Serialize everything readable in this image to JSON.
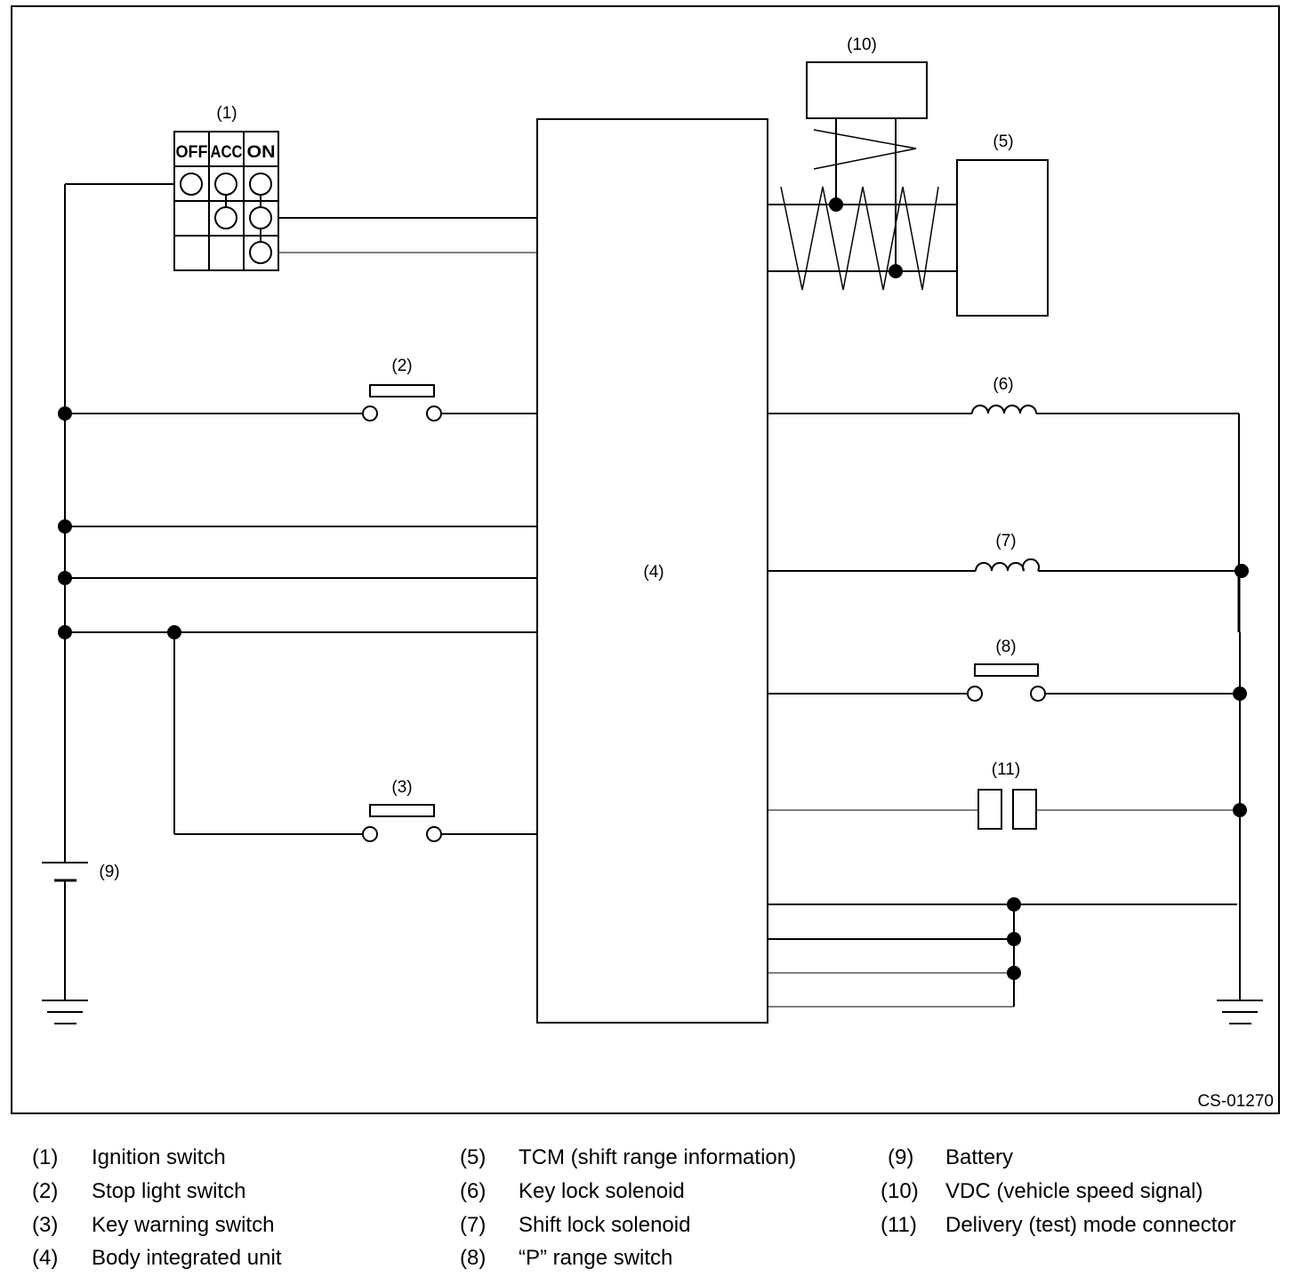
{
  "figure_code": "CS-01270",
  "switch_positions": [
    "OFF",
    "ACC",
    "ON"
  ],
  "callouts": {
    "c1": "(1)",
    "c2": "(2)",
    "c3": "(3)",
    "c4": "(4)",
    "c5": "(5)",
    "c6": "(6)",
    "c7": "(7)",
    "c8": "(8)",
    "c9": "(9)",
    "c10": "(10)",
    "c11": "(11)"
  },
  "legend": [
    {
      "num": "(1)",
      "label": "Ignition switch"
    },
    {
      "num": "(2)",
      "label": "Stop light switch"
    },
    {
      "num": "(3)",
      "label": "Key warning switch"
    },
    {
      "num": "(4)",
      "label": "Body integrated unit"
    },
    {
      "num": "(5)",
      "label": "TCM (shift range information)"
    },
    {
      "num": "(6)",
      "label": "Key lock solenoid"
    },
    {
      "num": "(7)",
      "label": "Shift lock solenoid"
    },
    {
      "num": "(8)",
      "label": "“P” range switch"
    },
    {
      "num": "(9)",
      "label": "Battery"
    },
    {
      "num": "(10)",
      "label": "VDC (vehicle speed signal)"
    },
    {
      "num": "(11)",
      "label": "Delivery (test) mode connector"
    }
  ]
}
